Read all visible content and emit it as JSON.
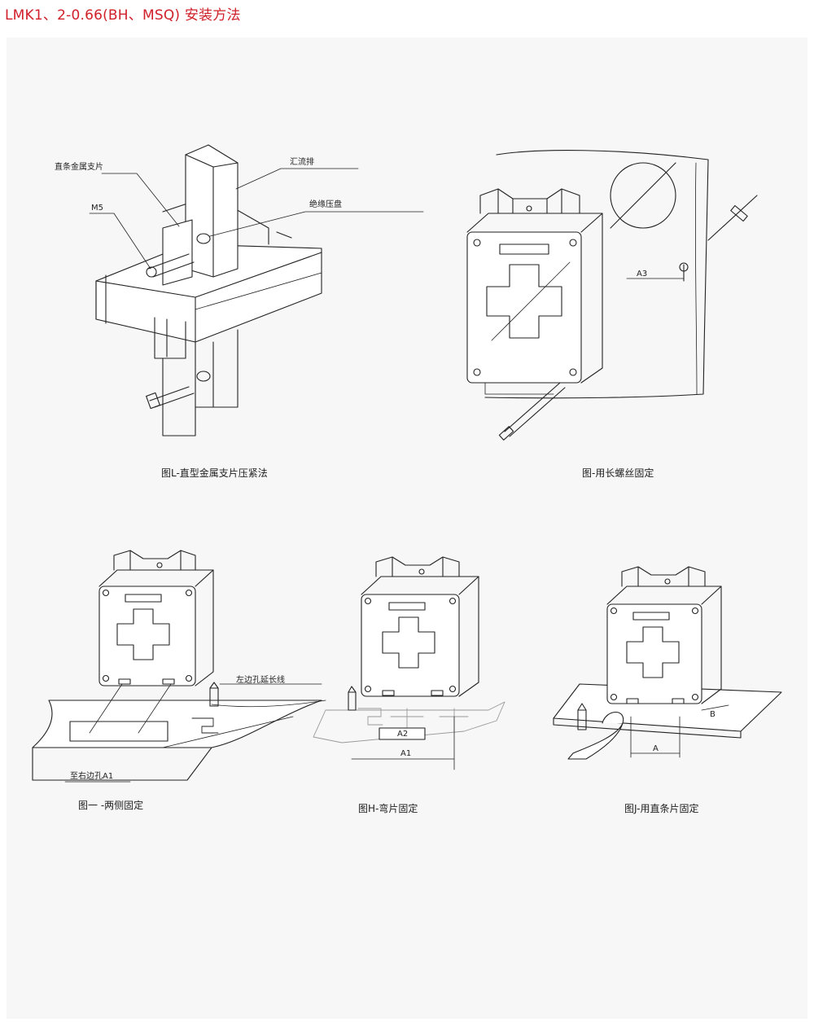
{
  "header": {
    "title": "LMK1、2-0.66(BH、MSQ) 安装方法"
  },
  "figures": {
    "fig_l": {
      "caption": "图L-直型金属支片压紧法",
      "labels": {
        "strip": "直条金属支片",
        "busbar": "汇流排",
        "m5": "M5",
        "insulation": "绝缘压盘"
      }
    },
    "fig_long_screw": {
      "caption": "图-用长螺丝固定",
      "labels": {
        "a3": "A3"
      }
    },
    "fig_one": {
      "caption": "图一 -两侧固定",
      "labels": {
        "left_hole": "左边孔延长线",
        "right_hole": "至右边孔A1"
      }
    },
    "fig_h": {
      "caption": "图H-弯片固定",
      "labels": {
        "a2": "A2",
        "a1": "A1"
      }
    },
    "fig_j": {
      "caption": "图J-用直条片固定",
      "labels": {
        "a": "A",
        "b": "B"
      }
    }
  },
  "colors": {
    "title": "#d0202a",
    "panel": "#f7f7f7",
    "stroke": "#222222"
  }
}
